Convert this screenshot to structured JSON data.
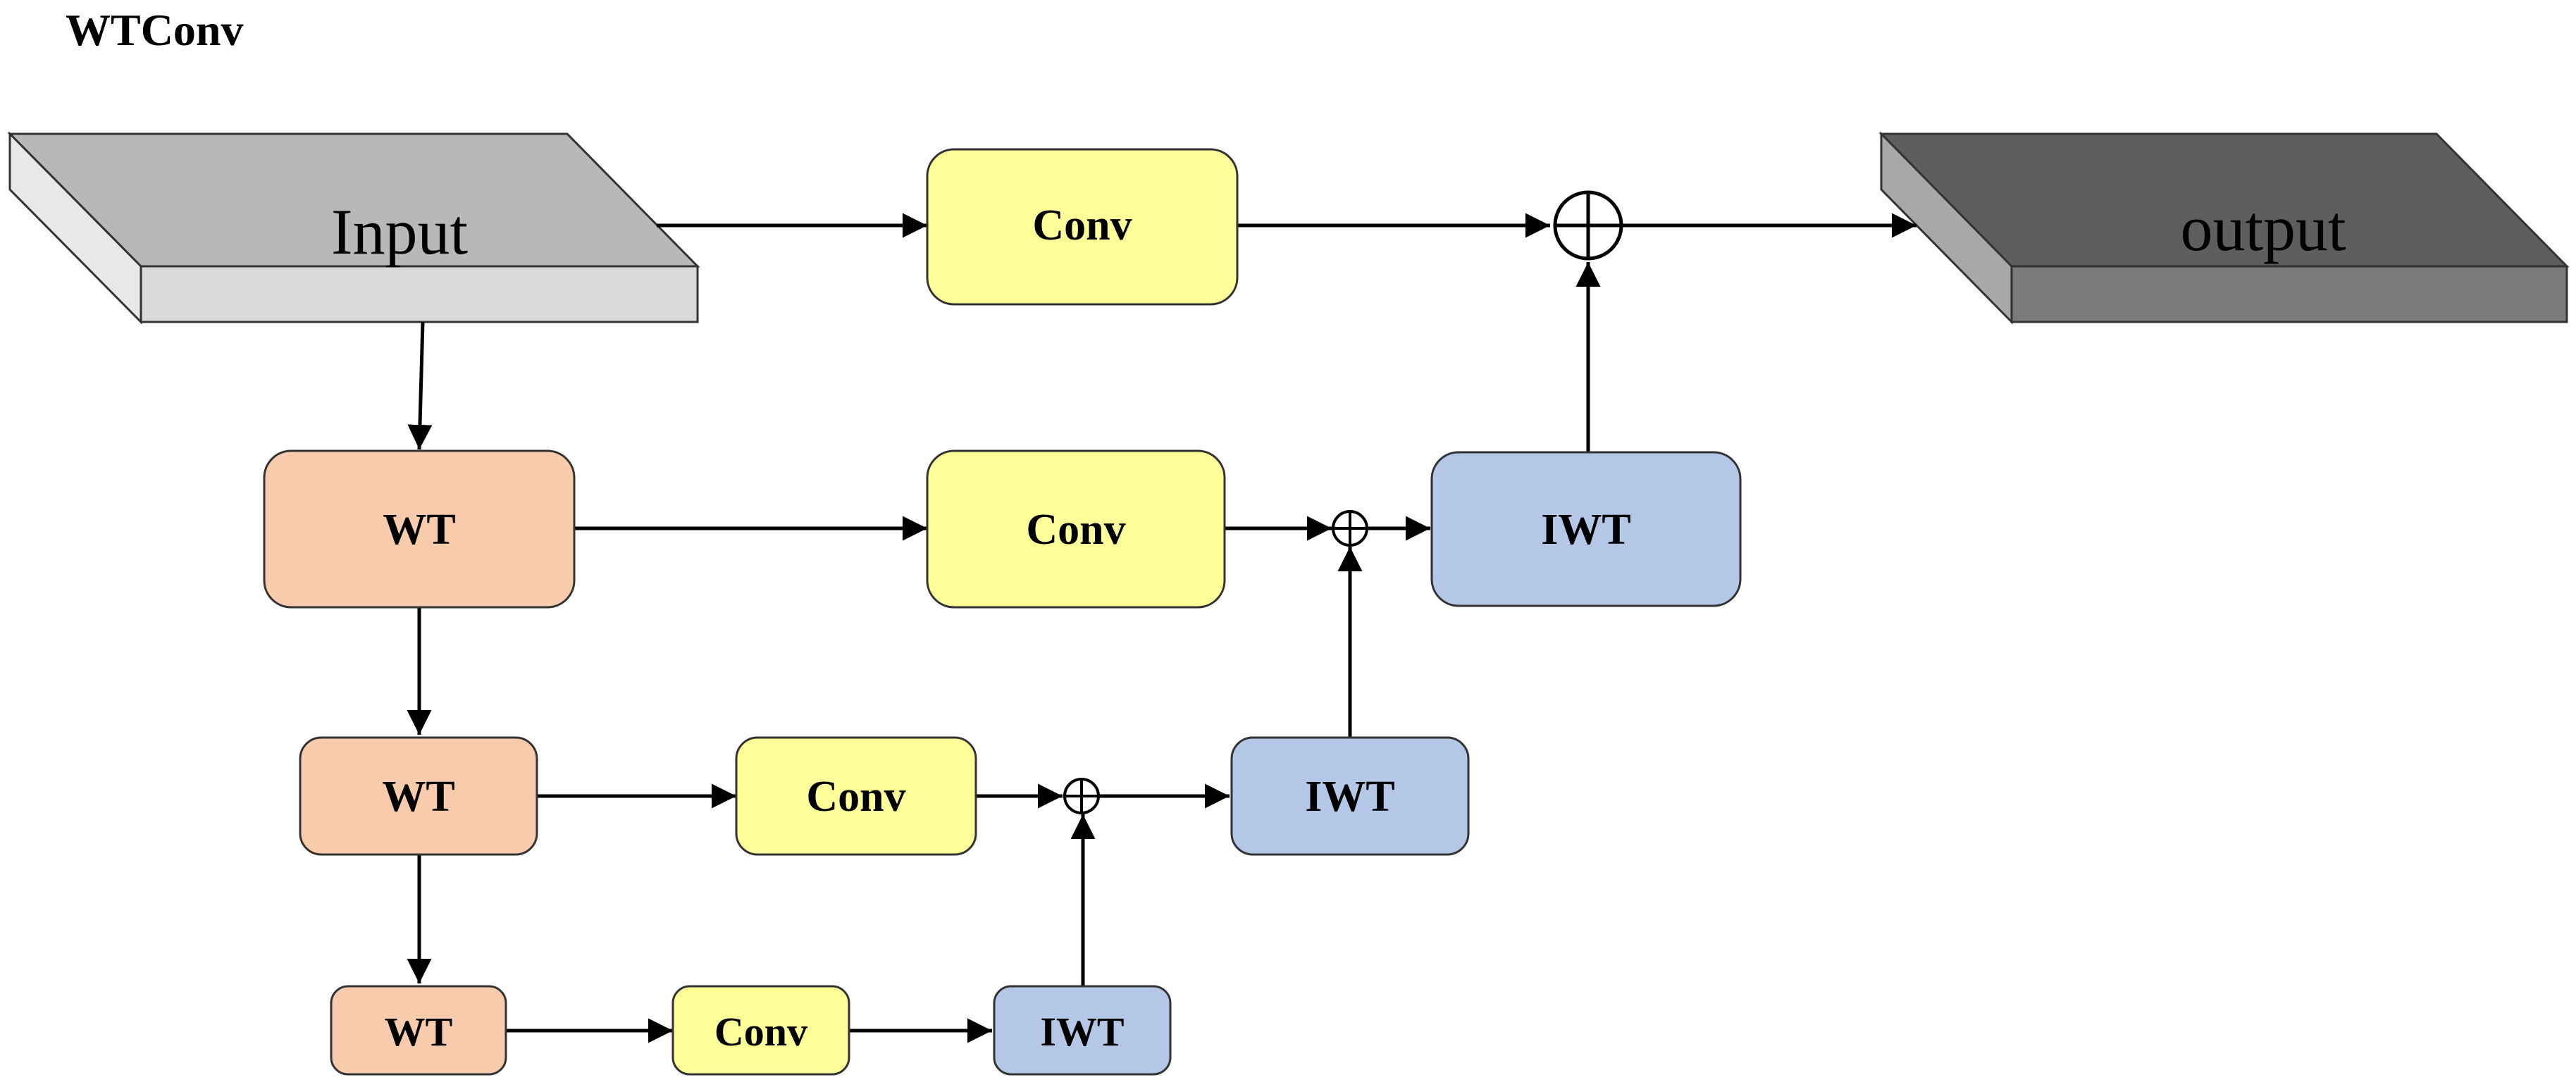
{
  "title": "WTConv",
  "colors": {
    "wt": "#f8cbad",
    "conv": "#ffff99",
    "iwt": "#b4c7e7",
    "input_top": "#b8b8b8",
    "input_front": "#d9d9d9",
    "input_side": "#e8e8e8",
    "output_top": "#5e5e5e",
    "output_front": "#7a7a7a",
    "output_side": "#a8a8a8"
  },
  "nodes": {
    "input": "Input",
    "output": "output",
    "conv_top": "Conv",
    "wt1": "WT",
    "conv1": "Conv",
    "iwt1": "IWT",
    "wt2": "WT",
    "conv2": "Conv",
    "iwt2": "IWT",
    "wt3": "WT",
    "conv3": "Conv",
    "iwt3": "IWT"
  },
  "sum_icon": "circle-plus-icon"
}
